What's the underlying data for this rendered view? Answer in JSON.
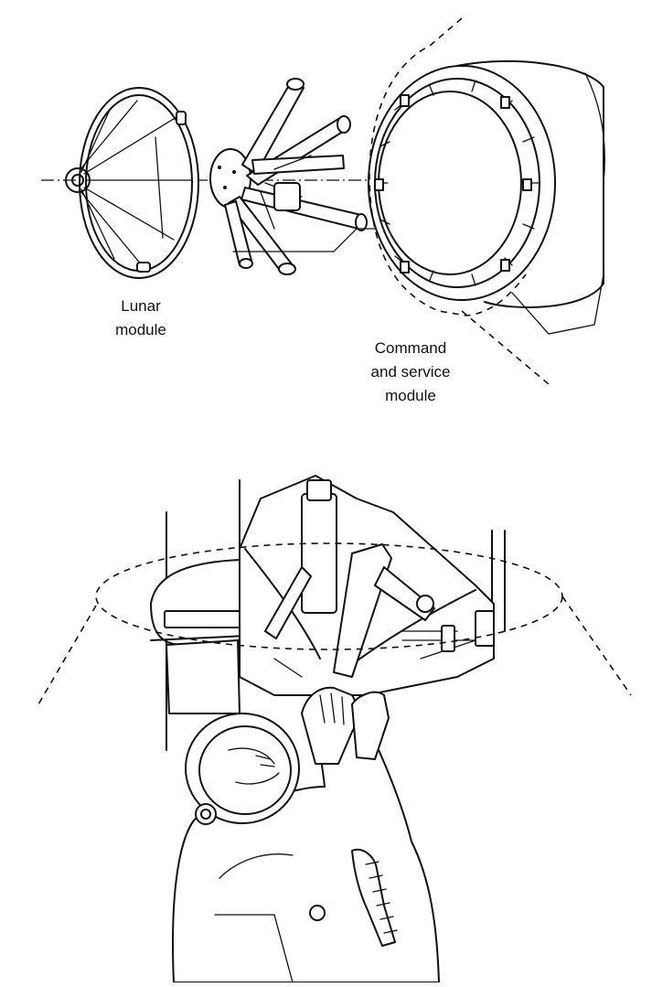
{
  "labels": {
    "lunar_module": [
      "Lunar",
      "module"
    ],
    "csm": [
      "Command",
      "and service",
      "module"
    ]
  }
}
